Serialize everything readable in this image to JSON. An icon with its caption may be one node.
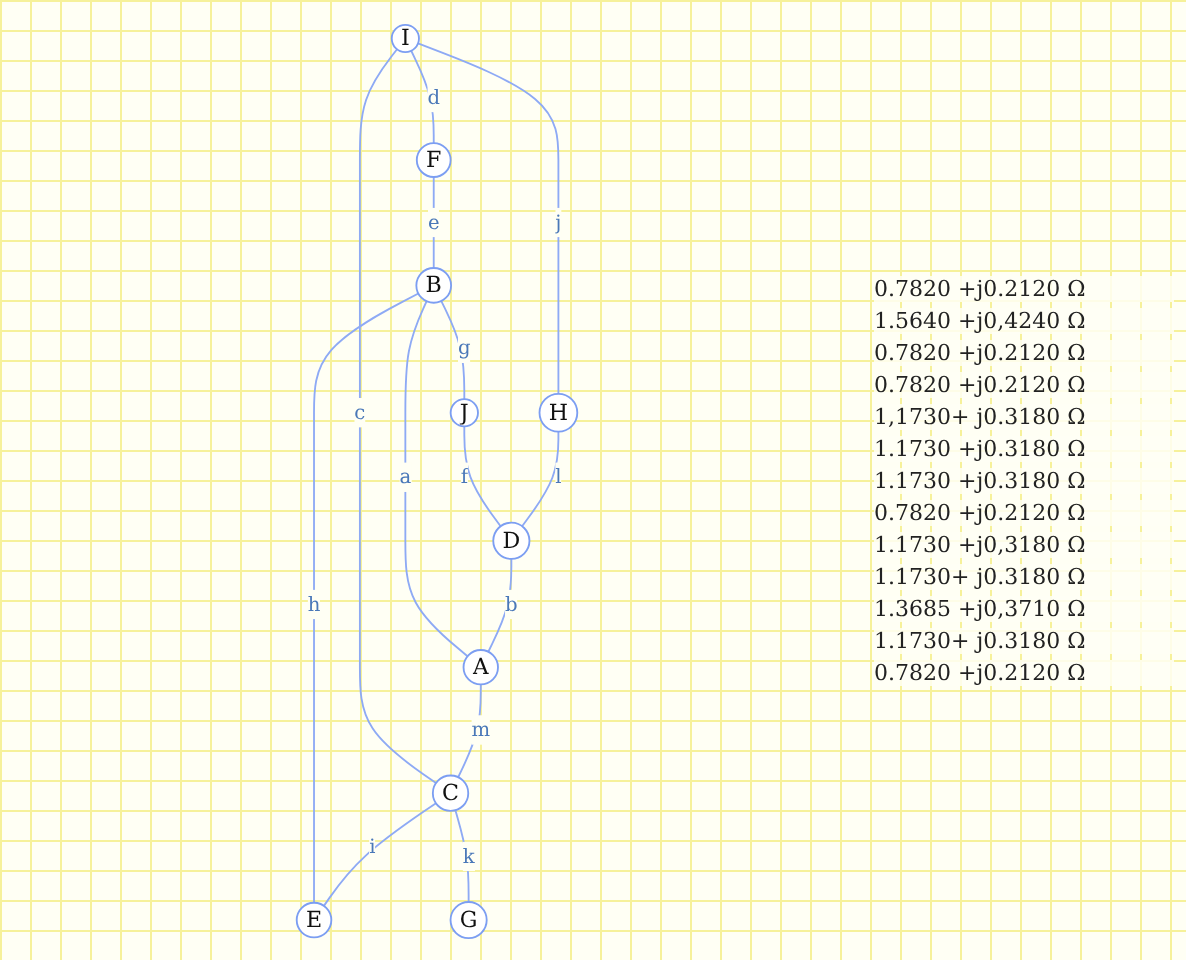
{
  "diagram": {
    "nodes": [
      {
        "text": [
          "I"
        ]
      },
      {
        "text": [
          "H"
        ]
      },
      {
        "text": [
          "J"
        ]
      },
      {
        "text": [
          "D"
        ]
      },
      {
        "text": [
          "F"
        ]
      },
      {
        "text": [
          "B"
        ]
      },
      {
        "text": [
          "A"
        ]
      },
      {
        "text": [
          "C"
        ]
      },
      {
        "text": [
          "G"
        ]
      },
      {
        "text": [
          "E"
        ]
      }
    ],
    "edges": [
      {
        "from": 5,
        "to": 6,
        "arrow": "none",
        "label": "a"
      },
      {
        "from": 3,
        "to": 6,
        "arrow": "none",
        "label": "b"
      },
      {
        "from": 0,
        "to": 7,
        "arrow": "none",
        "label": "c"
      },
      {
        "from": 0,
        "to": 4,
        "arrow": "none",
        "label": "d"
      },
      {
        "from": 4,
        "to": 5,
        "arrow": "none",
        "label": "e"
      },
      {
        "from": 2,
        "to": 3,
        "arrow": "none",
        "label": "f"
      },
      {
        "from": 5,
        "to": 2,
        "arrow": "none",
        "label": "g"
      },
      {
        "from": 5,
        "to": 9,
        "arrow": "none",
        "label": "h"
      },
      {
        "from": 7,
        "to": 9,
        "arrow": "none",
        "label": "i"
      },
      {
        "from": 0,
        "to": 1,
        "arrow": "none",
        "label": "j"
      },
      {
        "from": 7,
        "to": 8,
        "arrow": "none",
        "label": "k"
      },
      {
        "from": 1,
        "to": 3,
        "arrow": "none",
        "label": "l"
      },
      {
        "from": 6,
        "to": 7,
        "arrow": "none",
        "label": "m"
      }
    ],
    "labels": [
      "0.7820 +j0.2120 Ω",
      "1.5640 +j0,4240 Ω",
      "0.7820 +j0.2120 Ω",
      "0.7820 +j0.2120 Ω",
      "1,1730+ j0.3180 Ω",
      "1.1730 +j0.3180 Ω",
      "1.1730 +j0.3180 Ω",
      "0.7820 +j0.2120 Ω",
      "1.1730 +j0,3180 Ω",
      "1.1730+ j0.3180 Ω",
      "1.3685 +j0,3710 Ω",
      "1.1730+ j0.3180 Ω",
      "0.7820 +j0.2120 Ω"
    ]
  }
}
